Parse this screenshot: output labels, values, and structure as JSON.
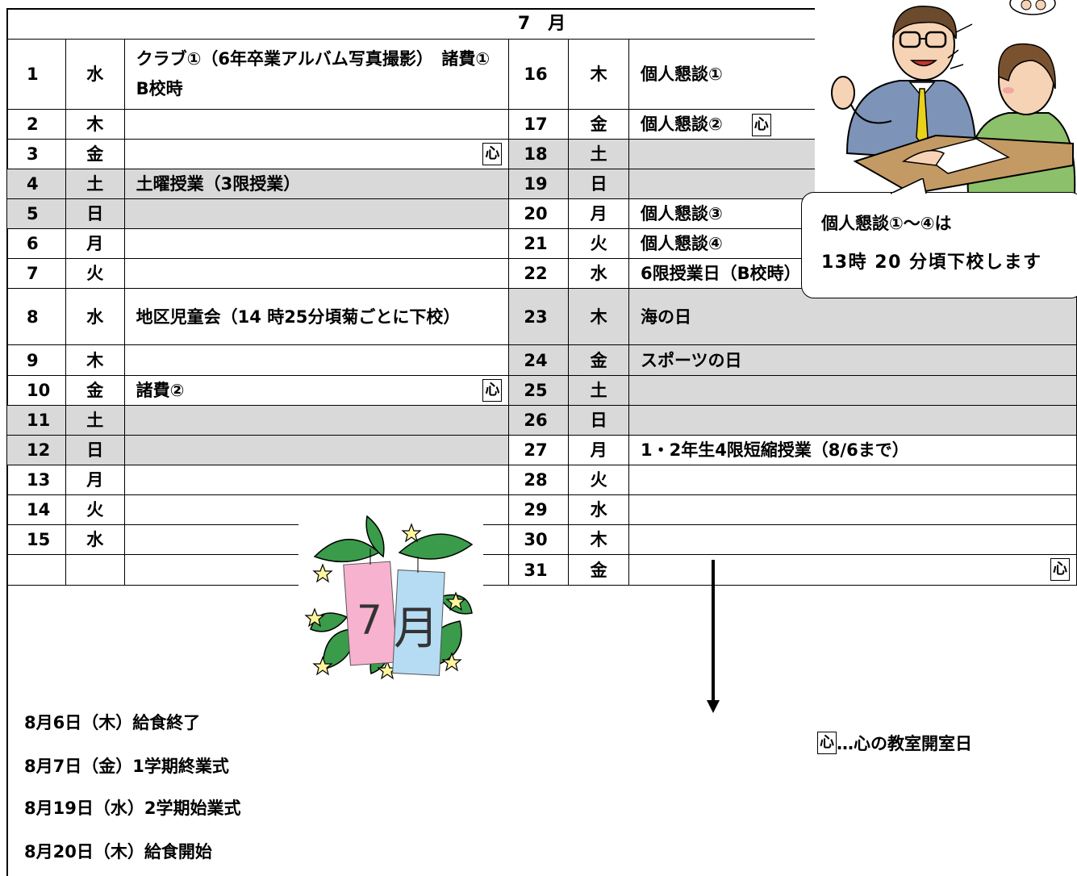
{
  "title": "7　月",
  "kokoro_mark": "心",
  "left_rows": [
    {
      "day": "1",
      "weekday": "水",
      "event": "クラブ①（6年卒業アルバム写真撮影）　諸費①　　B校時",
      "kokoro": false,
      "shaded": false
    },
    {
      "day": "2",
      "weekday": "木",
      "event": "",
      "kokoro": false,
      "shaded": false
    },
    {
      "day": "3",
      "weekday": "金",
      "event": "",
      "kokoro": true,
      "shaded": false
    },
    {
      "day": "4",
      "weekday": "土",
      "event": "土曜授業（3限授業）",
      "kokoro": false,
      "shaded": true
    },
    {
      "day": "5",
      "weekday": "日",
      "event": "",
      "kokoro": false,
      "shaded": true
    },
    {
      "day": "6",
      "weekday": "月",
      "event": "",
      "kokoro": false,
      "shaded": false
    },
    {
      "day": "7",
      "weekday": "火",
      "event": "",
      "kokoro": false,
      "shaded": false
    },
    {
      "day": "8",
      "weekday": "水",
      "event": "地区児童会（14 時25分頃菊ごとに下校）",
      "kokoro": false,
      "shaded": false
    },
    {
      "day": "9",
      "weekday": "木",
      "event": "",
      "kokoro": false,
      "shaded": false
    },
    {
      "day": "10",
      "weekday": "金",
      "event": "諸費②",
      "kokoro": true,
      "shaded": false
    },
    {
      "day": "11",
      "weekday": "土",
      "event": "",
      "kokoro": false,
      "shaded": true
    },
    {
      "day": "12",
      "weekday": "日",
      "event": "",
      "kokoro": false,
      "shaded": true
    },
    {
      "day": "13",
      "weekday": "月",
      "event": "",
      "kokoro": false,
      "shaded": false
    },
    {
      "day": "14",
      "weekday": "火",
      "event": "",
      "kokoro": false,
      "shaded": false
    },
    {
      "day": "15",
      "weekday": "水",
      "event": "",
      "kokoro": false,
      "shaded": false
    },
    {
      "day": "",
      "weekday": "",
      "event": "",
      "kokoro": false,
      "shaded": false
    }
  ],
  "right_rows": [
    {
      "day": "16",
      "weekday": "木",
      "event": "個人懇談①",
      "kokoro": false,
      "shaded": false
    },
    {
      "day": "17",
      "weekday": "金",
      "event": "個人懇談②",
      "kokoro": true,
      "shaded": false
    },
    {
      "day": "18",
      "weekday": "土",
      "event": "",
      "kokoro": false,
      "shaded": true
    },
    {
      "day": "19",
      "weekday": "日",
      "event": "",
      "kokoro": false,
      "shaded": true
    },
    {
      "day": "20",
      "weekday": "月",
      "event": "個人懇談③",
      "kokoro": false,
      "shaded": false
    },
    {
      "day": "21",
      "weekday": "火",
      "event": "個人懇談④",
      "kokoro": false,
      "shaded": false
    },
    {
      "day": "22",
      "weekday": "水",
      "event": "6限授業日（B校時）",
      "kokoro": false,
      "shaded": false
    },
    {
      "day": "23",
      "weekday": "木",
      "event": "海の日",
      "kokoro": false,
      "shaded": true
    },
    {
      "day": "24",
      "weekday": "金",
      "event": "スポーツの日",
      "kokoro": false,
      "shaded": true
    },
    {
      "day": "25",
      "weekday": "土",
      "event": "",
      "kokoro": false,
      "shaded": true
    },
    {
      "day": "26",
      "weekday": "日",
      "event": "",
      "kokoro": false,
      "shaded": true
    },
    {
      "day": "27",
      "weekday": "月",
      "event": "1・2年生4限短縮授業（8/6まで）",
      "kokoro": false,
      "shaded": false
    },
    {
      "day": "28",
      "weekday": "火",
      "event": "",
      "kokoro": false,
      "shaded": false
    },
    {
      "day": "29",
      "weekday": "水",
      "event": "",
      "kokoro": false,
      "shaded": false
    },
    {
      "day": "30",
      "weekday": "木",
      "event": "",
      "kokoro": false,
      "shaded": false
    },
    {
      "day": "31",
      "weekday": "金",
      "event": "",
      "kokoro": true,
      "shaded": false
    }
  ],
  "bubble": {
    "line1": "個人懇談①～④は",
    "line2": "13時 20 分頃下校します"
  },
  "notes": [
    "8月6日（木）給食終了",
    "8月7日（金）1学期終業式",
    "8月19日（水）2学期始業式",
    "8月20日（木）給食開始"
  ],
  "legend_text": "…心の教室開室日",
  "illustration": {
    "month_digit": "7",
    "month_char": "月"
  }
}
